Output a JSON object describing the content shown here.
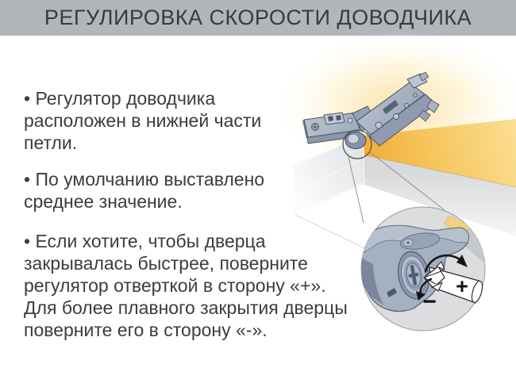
{
  "header": {
    "title": "РЕГУЛИРОВКА СКОРОСТИ ДОВОДЧИКА"
  },
  "content": {
    "bullets": [
      {
        "text": "•  Регулятор доводчика\nрасположен в нижней части\nпетли."
      },
      {
        "text": "•  По умолчанию выставлено\nсреднее значение."
      },
      {
        "text": "•  Если хотите, чтобы дверца\nзакрывалась быстрее, поверните\nрегулятор отверткой в сторону «+».\nДля более плавного закрытия дверцы\nповерните его в сторону «-»."
      }
    ]
  },
  "illustration": {
    "plus_label": "+",
    "minus_label": "−",
    "colors": {
      "header_bg": "#b0b6b9",
      "text": "#3c3c3c",
      "panel_yellow": "#f4b83e",
      "hinge_body": "#a9b3c3",
      "magnifier_bg": "#dcddde"
    }
  }
}
